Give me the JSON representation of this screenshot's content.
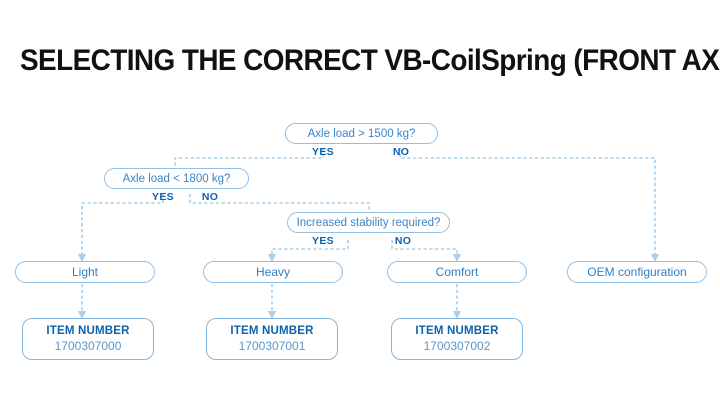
{
  "page": {
    "title": "SELECTING THE CORRECT VB-CoilSpring (FRONT AXLE)",
    "background": "#ffffff"
  },
  "colors": {
    "title_text": "#111111",
    "box_border": "#8fc0e8",
    "box_text": "#2f7fc4",
    "label_text": "#0d62ae",
    "connector": "#a8cfec",
    "item_number_text": "#5a97cc"
  },
  "flowchart": {
    "type": "decision-tree",
    "decisions": [
      {
        "id": "axle-load-1500",
        "text": "Axle load > 1500 kg?",
        "yes_label": "YES",
        "no_label": "NO"
      },
      {
        "id": "axle-load-1800",
        "text": "Axle load < 1800 kg?",
        "yes_label": "YES",
        "no_label": "NO"
      },
      {
        "id": "increased-stability",
        "text": "Increased stability required?",
        "yes_label": "YES",
        "no_label": "NO"
      }
    ],
    "results": [
      {
        "id": "light",
        "text": "Light"
      },
      {
        "id": "heavy",
        "text": "Heavy"
      },
      {
        "id": "comfort",
        "text": "Comfort"
      },
      {
        "id": "oem",
        "text": "OEM configuration"
      }
    ],
    "items": [
      {
        "id": "item-light",
        "label": "ITEM NUMBER",
        "number": "1700307000"
      },
      {
        "id": "item-heavy",
        "label": "ITEM NUMBER",
        "number": "1700307001"
      },
      {
        "id": "item-comfort",
        "label": "ITEM NUMBER",
        "number": "1700307002"
      }
    ]
  }
}
